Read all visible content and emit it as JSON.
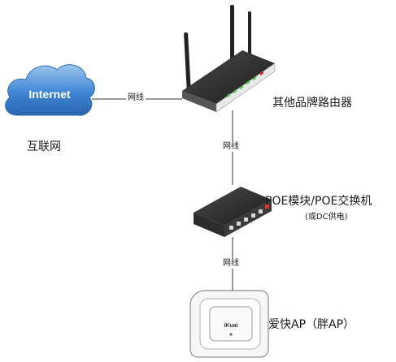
{
  "diagram": {
    "cloud": {
      "text": "Internet",
      "caption": "互联网"
    },
    "router": {
      "caption": "其他品牌路由器"
    },
    "switch": {
      "caption": "POE模块/POE交换机",
      "sub": "(或DC供电)"
    },
    "ap": {
      "caption": "爱快AP（胖AP）",
      "brand": "iKuai"
    },
    "links": [
      "网线",
      "网线",
      "网线"
    ],
    "colors": {
      "cloud": "#3f86d4",
      "device": "#2a2a2a",
      "led_green": "#4cc24c",
      "led_red": "#e03030"
    }
  }
}
